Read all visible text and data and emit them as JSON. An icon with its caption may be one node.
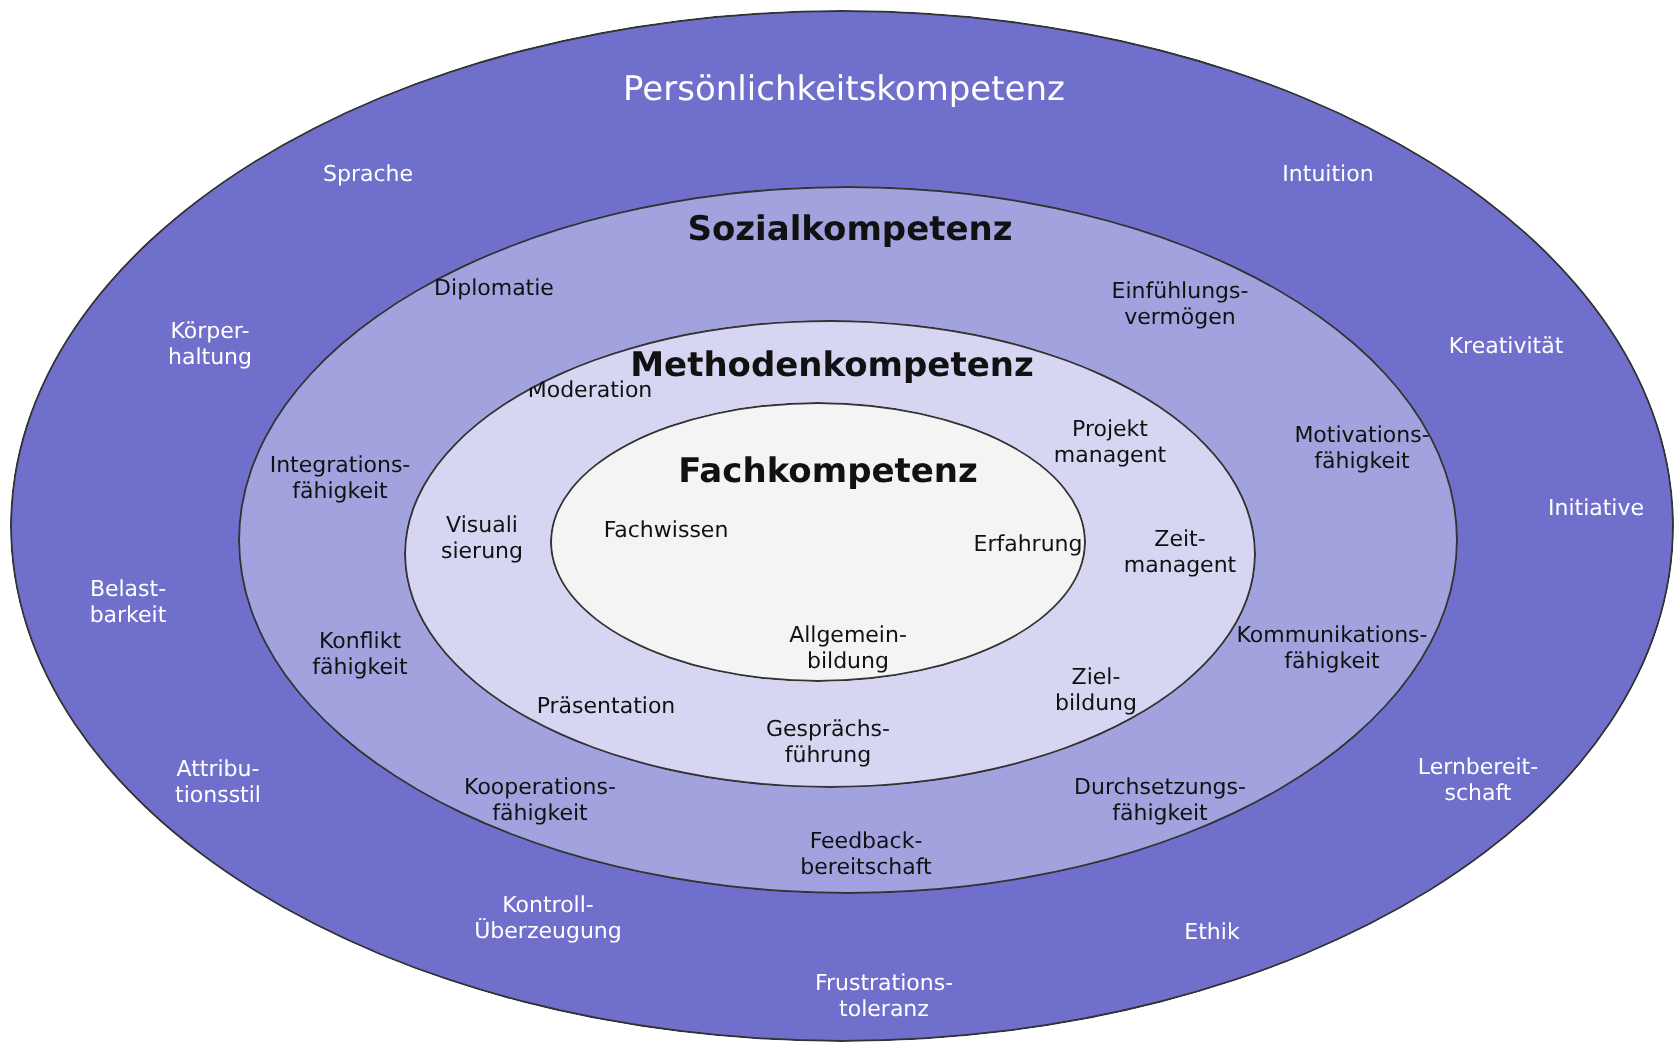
{
  "diagram": {
    "nodes": [
      {
        "text": [
          "Persönlichkeitskompetenz",
          "Sprache",
          "Intuition",
          "Körper- haltung",
          "Kreativität",
          "Initiative",
          "Belast- barkeit",
          "Attribu- tionsstil",
          "Lernbereit- schaft",
          "Kontroll- Überzeugung",
          "Ethik",
          "Frustrations- toleranz"
        ]
      },
      {
        "text": [
          "Sozialkompetenz",
          "Diplomatie",
          "Einfühlungs- vermögen",
          "Integrations- fähigkeit",
          "Motivations- fähigkeit",
          "Konflikt fähigkeit",
          "Kommunikations- fähigkeit",
          "Kooperations- fähigkeit",
          "Durchsetzungs- fähigkeit",
          "Feedback- bereitschaft"
        ],
        "in": 0
      },
      {
        "text": [
          "Methodenkompetenz",
          "Moderation",
          "Projekt managent",
          "Visuali sierung",
          "Zeit- managent",
          "Präsentation",
          "Gesprächs- führung",
          "Ziel- bildung"
        ],
        "in": 1
      },
      {
        "text": [
          "Fachkompetenz",
          "Fachwissen",
          "Erfahrung",
          "Allgemein- bildung"
        ],
        "in": 2
      }
    ]
  }
}
